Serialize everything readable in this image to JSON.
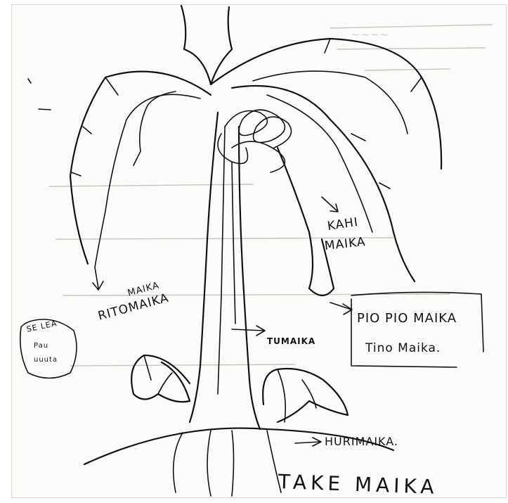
{
  "labels": {
    "kahi_line1": "KAHI",
    "kahi_line2": "MAIKA",
    "rito_line1": "MAIKA",
    "rito_line2": "RITOMAIKA",
    "tumu": "TUMAIKA",
    "pio": "PIO PIO MAIKA",
    "tino": "Tino Maika.",
    "huri": "HURIMAIKA.",
    "take": "TAKE MAIKA",
    "side_1": "SE LEA",
    "side_2": "Pau",
    "side_3": "uuuta"
  }
}
